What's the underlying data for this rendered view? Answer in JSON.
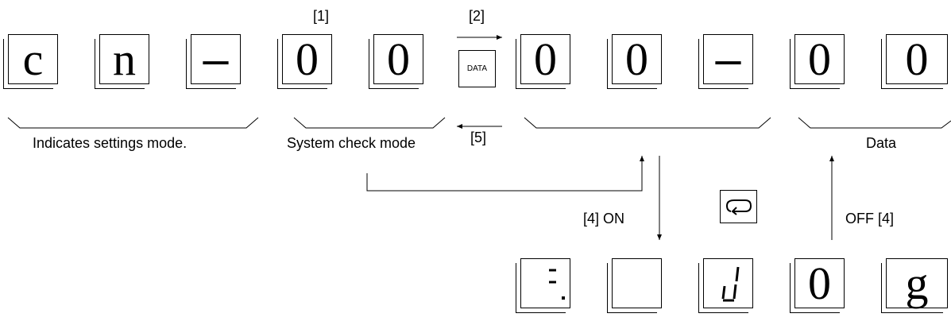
{
  "top_row": {
    "settings_chars": [
      "c",
      "n",
      "–"
    ],
    "system_check_chars": [
      "0",
      "0"
    ],
    "data_key_label": "DATA",
    "mode_chars": [
      "0",
      "0",
      "–"
    ],
    "data_chars": [
      "0",
      "0"
    ]
  },
  "labels": {
    "step1": "[1]",
    "step2": "[2]",
    "step5": "[5]",
    "settings_mode": "Indicates settings mode.",
    "system_check_mode": "System check mode",
    "data": "Data",
    "on_step": "[4] ON",
    "off_step": "OFF [4]"
  },
  "bottom_row": {
    "chars": [
      "",
      "",
      "",
      "0",
      "g"
    ]
  },
  "icons": {
    "toggle_key": "loop-arrow-icon",
    "seg_a": "seven-seg-glyph-icon",
    "seg_c": "seven-seg-u-glyph-icon"
  }
}
